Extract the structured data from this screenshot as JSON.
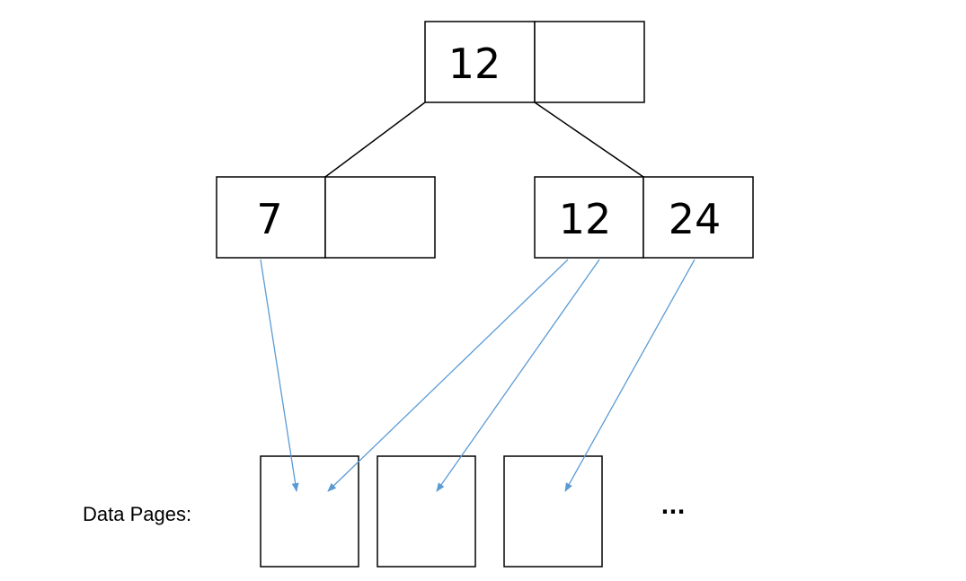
{
  "tree": {
    "root": {
      "keys": [
        "12",
        ""
      ]
    },
    "internal_left": {
      "keys": [
        "7",
        ""
      ]
    },
    "internal_right": {
      "keys": [
        "12",
        "24"
      ]
    }
  },
  "data_pages": {
    "label": "Data Pages:",
    "ellipsis": "..."
  },
  "colors": {
    "node_border": "#000000",
    "tree_edge": "#000000",
    "pointer_arrow": "#5b9bd5",
    "background": "#ffffff"
  }
}
